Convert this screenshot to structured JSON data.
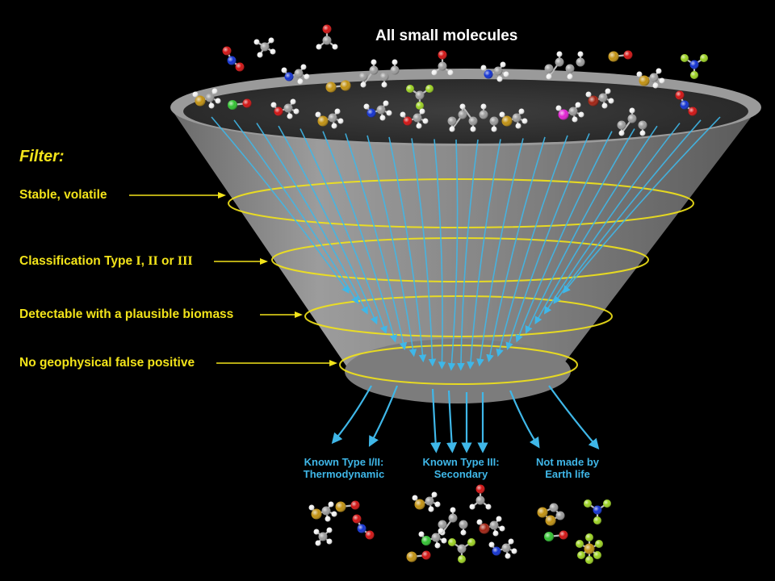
{
  "title": "All small molecules",
  "filter_heading": "Filter:",
  "filters": [
    {
      "prefix": "Stable, volatile"
    },
    {
      "prefix": "Classification Type ",
      "numerals": [
        "I",
        "II",
        "III"
      ],
      "join_1": ", ",
      "join_2": " or "
    },
    {
      "prefix": "Detectable with a plausible biomass"
    },
    {
      "prefix": "No geophysical false positive"
    }
  ],
  "outcomes": [
    {
      "line1": "Known Type I/II:",
      "line2": "Thermodynamic"
    },
    {
      "line1": "Known Type III:",
      "line2": "Secondary"
    },
    {
      "line1": "Not made by",
      "line2": "Earth life"
    }
  ],
  "colors": {
    "background": "#000000",
    "funnel": "#8a8a8a",
    "filter_text": "#f2e31a",
    "flow_arrows": "#3fb7e8",
    "carbon_atom": "#9a9a9a",
    "hydrogen_atom": "#f0f0f0",
    "oxygen_atom": "#d01010",
    "nitrogen_atom": "#1030d0",
    "sulfur_atom": "#c09010",
    "fluorine_atom": "#9ad020",
    "chlorine_atom": "#30c030",
    "phosphorus_atom": "#e020d0",
    "bromine_atom": "#a02010"
  }
}
